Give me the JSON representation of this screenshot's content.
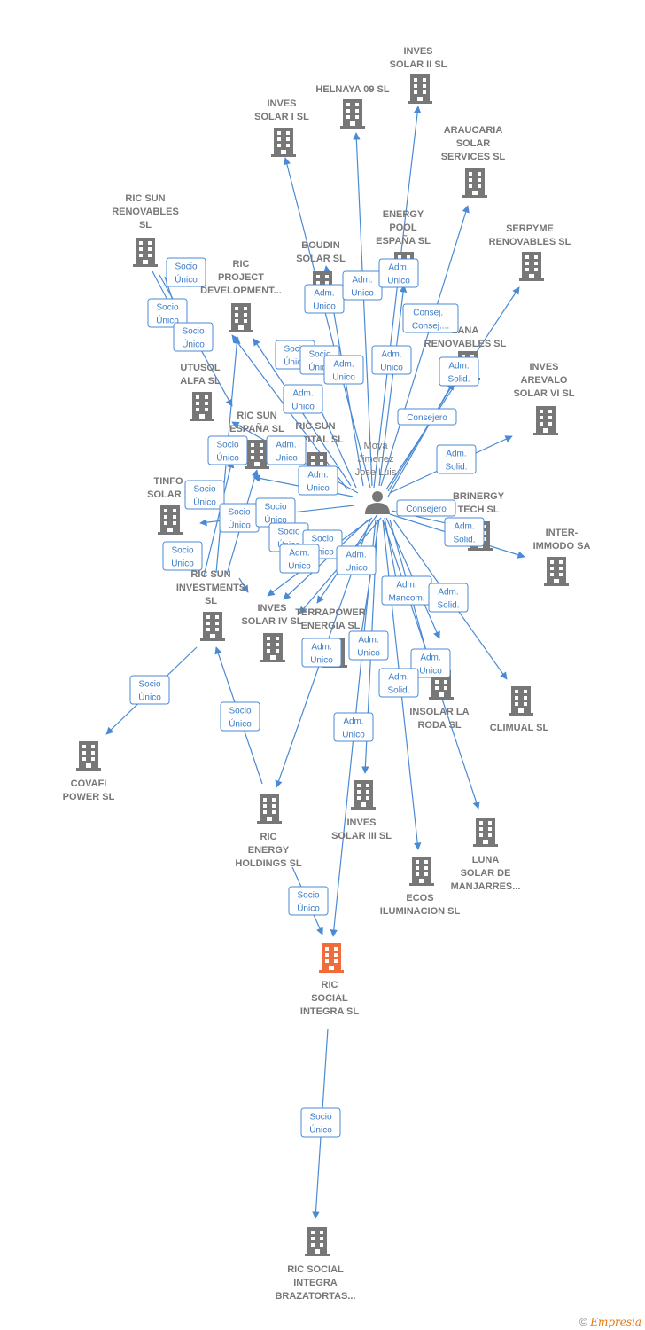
{
  "colors": {
    "edge": "#4a8ad4",
    "building": "#777777",
    "focus": "#f26b3a",
    "label": "#777777"
  },
  "person": {
    "id": "moya",
    "label": [
      "Moya",
      "Jimenez",
      "Jose Luis"
    ],
    "icon": "person-icon"
  },
  "nodes": [
    {
      "id": "inves_solar_ii",
      "label": [
        "INVES",
        "SOLAR II SL"
      ]
    },
    {
      "id": "helnaya",
      "label": [
        "HELNAYA 09 SL"
      ]
    },
    {
      "id": "inves_solar_i",
      "label": [
        "INVES",
        "SOLAR I SL"
      ]
    },
    {
      "id": "araucaria",
      "label": [
        "ARAUCARIA",
        "SOLAR",
        "SERVICES SL"
      ]
    },
    {
      "id": "energy_pool",
      "label": [
        "ENERGY",
        "POOL",
        "ESPAÑA  SL"
      ]
    },
    {
      "id": "ric_sun_renovables",
      "label": [
        "RIC SUN",
        "RENOVABLES",
        "SL"
      ]
    },
    {
      "id": "boudin",
      "label": [
        "BOUDIN",
        "SOLAR SL"
      ]
    },
    {
      "id": "ric_project",
      "label": [
        "RIC",
        "PROJECT",
        "DEVELOPMENT..."
      ]
    },
    {
      "id": "serpyme",
      "label": [
        "SERPYME",
        "RENOVABLES SL"
      ]
    },
    {
      "id": "lana",
      "label": [
        "LANA",
        "RENOVABLES SL"
      ]
    },
    {
      "id": "inves_arevalo",
      "label": [
        "INVES",
        "AREVALO",
        "SOLAR VI SL"
      ]
    },
    {
      "id": "utusol",
      "label": [
        "UTUSOL",
        "ALFA  SL"
      ]
    },
    {
      "id": "ric_sun_espana",
      "label": [
        "RIC SUN",
        "ESPAÑA  SL"
      ]
    },
    {
      "id": "ric_sun_capital",
      "label": [
        "RIC SUN",
        "CAPITAL  SL"
      ]
    },
    {
      "id": "tinfo",
      "label": [
        "TINFO",
        "SOLAR 2"
      ]
    },
    {
      "id": "brinergy",
      "label": [
        "BRINERGY",
        "TECH  SL"
      ]
    },
    {
      "id": "inter_immodo",
      "label": [
        "INTER-",
        "IMMODO SA"
      ]
    },
    {
      "id": "ric_sun_investments",
      "label": [
        "RIC SUN",
        "INVESTMENTS",
        "SL"
      ]
    },
    {
      "id": "inves_solar_iv",
      "label": [
        "INVES",
        "SOLAR IV SL"
      ]
    },
    {
      "id": "terrapower",
      "label": [
        "TERRAPOWER",
        "ENERGIA  SL"
      ]
    },
    {
      "id": "insolar",
      "label": [
        "INSOLAR LA",
        "RODA  SL"
      ]
    },
    {
      "id": "climual",
      "label": [
        "CLIMUAL SL"
      ]
    },
    {
      "id": "covafi",
      "label": [
        "COVAFI",
        "POWER  SL"
      ]
    },
    {
      "id": "ric_energy",
      "label": [
        "RIC",
        "ENERGY",
        "HOLDINGS  SL"
      ]
    },
    {
      "id": "inves_solar_iii",
      "label": [
        "INVES",
        "SOLAR III SL"
      ]
    },
    {
      "id": "ecos",
      "label": [
        "ECOS",
        "ILUMINACION SL"
      ]
    },
    {
      "id": "luna_solar",
      "label": [
        "LUNA",
        "SOLAR DE",
        "MANJARRES..."
      ]
    },
    {
      "id": "ric_social_integra",
      "label": [
        "RIC",
        "SOCIAL",
        "INTEGRA  SL"
      ],
      "focus": true
    },
    {
      "id": "ric_social_brazatortas",
      "label": [
        "RIC SOCIAL",
        "INTEGRA",
        "BRAZATORTAS..."
      ]
    }
  ],
  "edge_labels": [
    {
      "lines": [
        "Socio",
        "Único"
      ]
    },
    {
      "lines": [
        "Socio",
        "Único"
      ]
    },
    {
      "lines": [
        "Socio",
        "Único"
      ]
    },
    {
      "lines": [
        "Adm.",
        "Unico"
      ]
    },
    {
      "lines": [
        "Adm.",
        "Unico"
      ]
    },
    {
      "lines": [
        "Adm.",
        "Unico"
      ]
    },
    {
      "lines": [
        "Consej. ,",
        "Consej...."
      ]
    },
    {
      "lines": [
        "Socio",
        "Único"
      ]
    },
    {
      "lines": [
        "Socio",
        "Único"
      ]
    },
    {
      "lines": [
        "Adm.",
        "Unico"
      ]
    },
    {
      "lines": [
        "Adm.",
        "Unico"
      ]
    },
    {
      "lines": [
        "Adm.",
        "Solid."
      ]
    },
    {
      "lines": [
        "Adm.",
        "Unico"
      ]
    },
    {
      "lines": [
        "Consejero"
      ]
    },
    {
      "lines": [
        "Socio",
        "Único"
      ]
    },
    {
      "lines": [
        "Adm.",
        "Unico"
      ]
    },
    {
      "lines": [
        "Adm.",
        "Solid."
      ]
    },
    {
      "lines": [
        "Adm.",
        "Unico"
      ]
    },
    {
      "lines": [
        "Socio",
        "Único"
      ]
    },
    {
      "lines": [
        "Socio",
        "Único"
      ]
    },
    {
      "lines": [
        "Socio",
        "Único"
      ]
    },
    {
      "lines": [
        "Consejero"
      ]
    },
    {
      "lines": [
        "Adm.",
        "Solid."
      ]
    },
    {
      "lines": [
        "Socio",
        "Único"
      ]
    },
    {
      "lines": [
        "Socio",
        "Único"
      ]
    },
    {
      "lines": [
        "Socio",
        "Único"
      ]
    },
    {
      "lines": [
        "Adm.",
        "Unico"
      ]
    },
    {
      "lines": [
        "Adm.",
        "Unico"
      ]
    },
    {
      "lines": [
        "Adm.",
        "Mancom."
      ]
    },
    {
      "lines": [
        "Adm.",
        "Solid."
      ]
    },
    {
      "lines": [
        "Adm.",
        "Unico"
      ]
    },
    {
      "lines": [
        "Adm.",
        "Unico"
      ]
    },
    {
      "lines": [
        "Adm.",
        "Unico"
      ]
    },
    {
      "lines": [
        "Adm.",
        "Solid."
      ]
    },
    {
      "lines": [
        "Socio",
        "Único"
      ]
    },
    {
      "lines": [
        "Socio",
        "Único"
      ]
    },
    {
      "lines": [
        "Adm.",
        "Unico"
      ]
    },
    {
      "lines": [
        "Socio",
        "Único"
      ]
    },
    {
      "lines": [
        "Socio",
        "Único"
      ]
    }
  ],
  "footer": {
    "copyright": "©",
    "brand": "Empresia"
  }
}
